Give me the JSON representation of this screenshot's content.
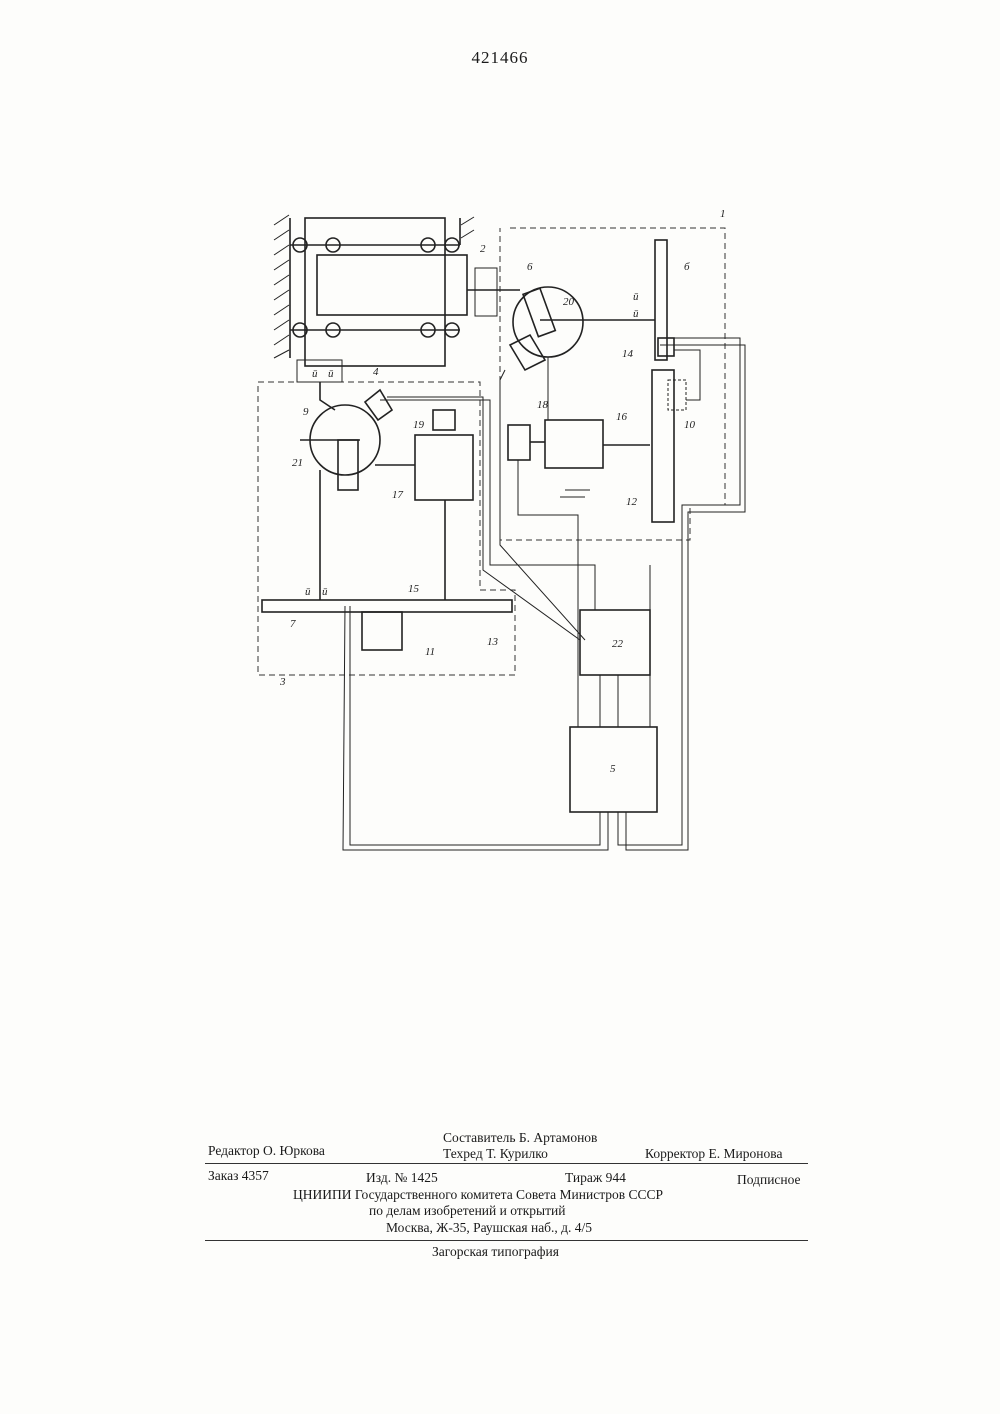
{
  "page_number": "421466",
  "diagram": {
    "labels": {
      "l1": "1",
      "l2": "2",
      "l3": "3",
      "l4": "4",
      "l5": "5",
      "l6a": "6",
      "l6b": "б",
      "l7": "7",
      "l9": "9",
      "l10": "10",
      "l11": "11",
      "l12": "12",
      "l13": "13",
      "l14": "14",
      "l15": "15",
      "l16": "16",
      "l17": "17",
      "l18": "18",
      "l19": "19",
      "l20": "20",
      "l21": "21",
      "l22": "22"
    }
  },
  "imprint": {
    "composer": "Составитель Б. Артамонов",
    "editor": "Редактор О. Юркова",
    "tech_editor": "Техред Т. Курилко",
    "corrector": "Корректор Е. Миронова",
    "order": "Заказ 4357",
    "edition": "Изд. № 1425",
    "circulation": "Тираж 944",
    "subscription": "Подписное",
    "org_line1": "ЦНИИПИ Государственного комитета Совета Министров СССР",
    "org_line2": "по делам изобретений и открытий",
    "address": "Москва, Ж-35, Раушская наб., д. 4/5",
    "printer": "Загорская типография"
  }
}
